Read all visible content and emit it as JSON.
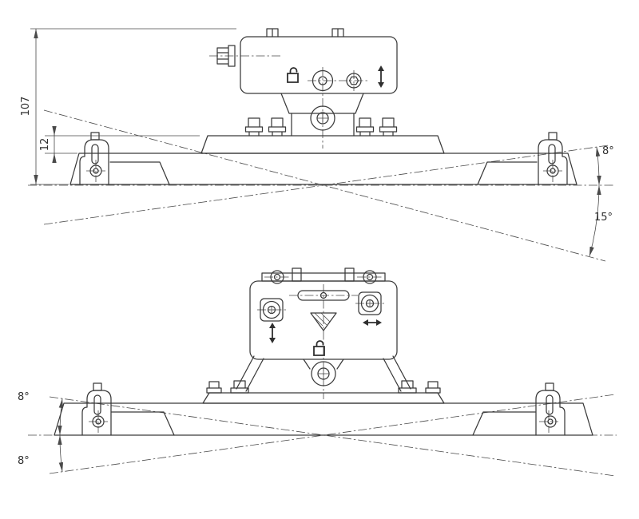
{
  "drawing": {
    "background": "#ffffff",
    "line_color": "#3a3a3a",
    "thin_line_color": "#4a4a4a",
    "top_view": {
      "dim_height_label": "107",
      "dim_offset_label": "12",
      "angle_upper_label": "8°",
      "angle_lower_label": "15°"
    },
    "bottom_view": {
      "angle_upper_label": "8°",
      "angle_lower_label": "8°"
    },
    "icons": {
      "unlock": "🔓",
      "vertical_arrows": "↕",
      "horizontal_arrows": "↔"
    }
  }
}
